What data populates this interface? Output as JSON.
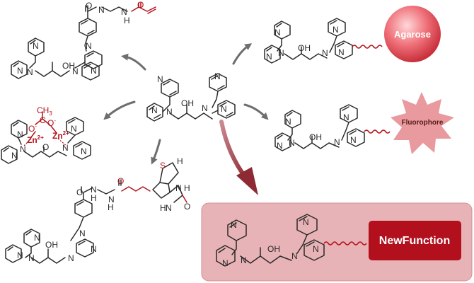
{
  "labels": {
    "agarose": "Agarose",
    "fluorophore": "Fluorophore",
    "new_function": "NewFunction"
  },
  "atoms": {
    "N": "N",
    "O": "O",
    "OH": "OH",
    "H": "H",
    "S": "S",
    "Zn": "Zn",
    "Zn_charge": "2+",
    "O_minus": "O",
    "minus": "-",
    "CH3": "CH",
    "three": "3",
    "C": "C"
  },
  "colors": {
    "accent_red": "#b5121b",
    "panel_pink": "#e8b3b6",
    "panel_border": "#d58f94",
    "arrow_gray": "#6e6e6e",
    "arrow_red": "#9c3a42",
    "agarose_sphere": "#e64b55",
    "fluorophore_star": "#e89a9e"
  }
}
